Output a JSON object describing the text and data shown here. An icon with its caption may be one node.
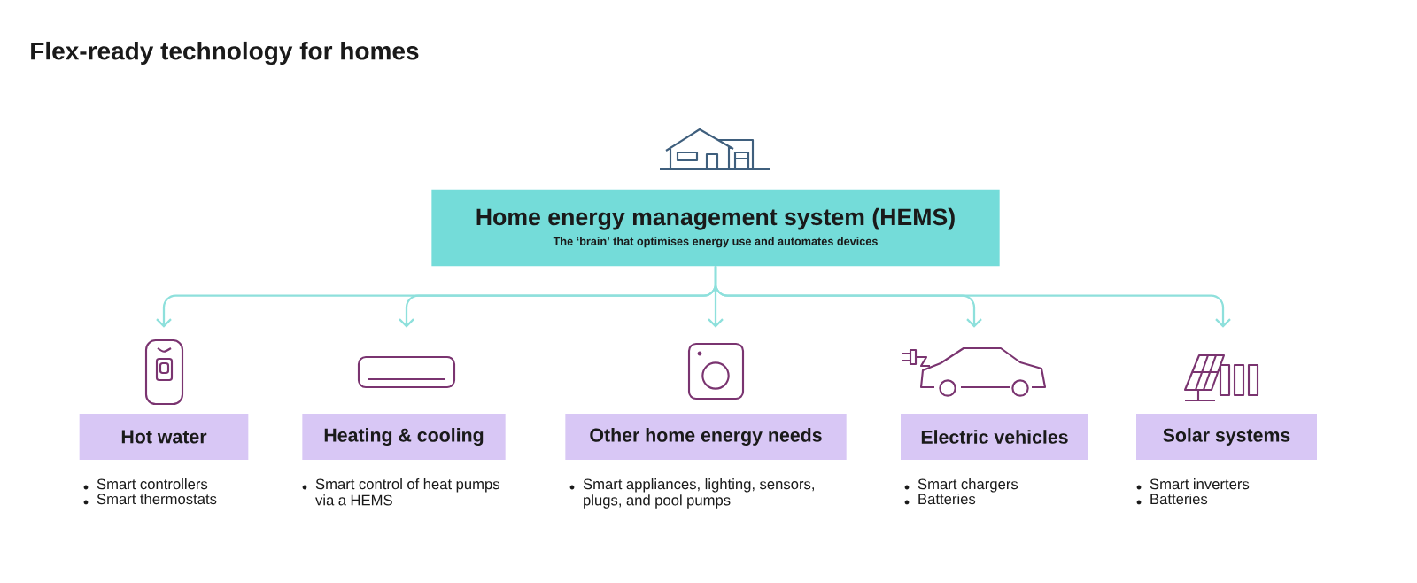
{
  "diagram": {
    "title": "Flex-ready technology for homes",
    "nodes": [
      {
        "text": [
          "Home energy management system (HEMS)",
          "The ‘brain’ that optimises energy use and automates devices"
        ]
      },
      {
        "text": [],
        "shape": "picture"
      },
      {
        "text": [],
        "shape": "picture"
      },
      {
        "text": [],
        "shape": "picture"
      },
      {
        "text": [],
        "shape": "picture"
      },
      {
        "text": [],
        "shape": "picture"
      },
      {
        "text": [
          "Hot water"
        ],
        "beside": [
          "Smart controllers",
          "Smart thermostats"
        ]
      },
      {
        "text": [
          "Heating & cooling"
        ],
        "beside": [
          "Smart control of heat pumps via a HEMS"
        ]
      },
      {
        "text": [
          "Other home energy needs"
        ],
        "beside": [
          "Smart appliances, lighting, sensors, plugs, and pool pumps"
        ]
      },
      {
        "text": [
          "Electric vehicles"
        ],
        "beside": [
          "Smart chargers",
          "Batteries"
        ]
      },
      {
        "text": [
          "Solar systems"
        ],
        "beside": [
          "Smart inverters",
          "Batteries"
        ]
      }
    ],
    "edges": [
      {
        "from": 0,
        "to": 1,
        "arrow": "to"
      },
      {
        "from": 0,
        "to": 2,
        "arrow": "to"
      },
      {
        "from": 0,
        "to": 3,
        "arrow": "to"
      },
      {
        "from": 0,
        "to": 4,
        "arrow": "to"
      },
      {
        "from": 0,
        "to": 5,
        "arrow": "to"
      }
    ]
  }
}
